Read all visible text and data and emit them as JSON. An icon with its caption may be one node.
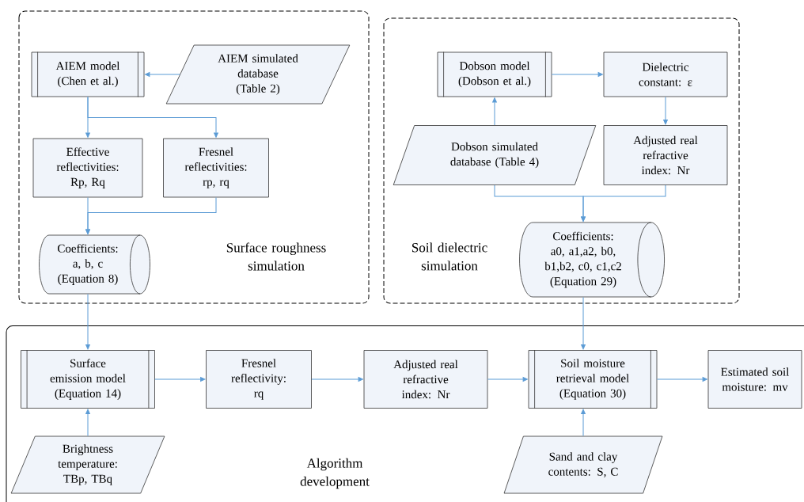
{
  "diagram": {
    "nodes": [
      {
        "text": [
          "Surface roughness simulation"
        ]
      },
      {
        "text": [
          "AIEM model (Chen et al.)"
        ],
        "in": 0
      },
      {
        "text": [
          "AIEM simulated database (Table 2)"
        ],
        "in": 0
      },
      {
        "text": [
          "Effective reflectivities: Rp, Rq"
        ],
        "in": 0
      },
      {
        "text": [
          "Fresnel reflectivities: rp, rq"
        ],
        "in": 0
      },
      {
        "text": [
          "Coefficients: a, b, c (Equation 8)"
        ],
        "in": 0
      },
      {
        "text": [
          "Soil dielectric simulation"
        ]
      },
      {
        "text": [
          "Dobson model (Dobson et al.)"
        ],
        "in": 6
      },
      {
        "text": [
          "Dielectric constant: ε"
        ],
        "in": 6
      },
      {
        "text": [
          "Dobson simulated database (Table 4)"
        ],
        "in": 6
      },
      {
        "text": [
          "Adjusted real refractive index: Nr"
        ],
        "in": 6
      },
      {
        "text": [
          "Coefficients: a0, a1,a2, b0, b1,b2, c0, c1,c2 (Equation 29)"
        ],
        "in": 6
      },
      {
        "text": [
          "Algorithm development"
        ]
      },
      {
        "text": [
          "Surface emission model (Equation 14)"
        ],
        "in": 12
      },
      {
        "text": [
          "Fresnel reflectivity: rq"
        ],
        "in": 12
      },
      {
        "text": [
          "Adjusted real refractive index: Nr"
        ],
        "in": 12
      },
      {
        "text": [
          "Soil moisture retrieval model (Equation 30)"
        ],
        "in": 12
      },
      {
        "text": [
          "Estimated soil moisture: mv"
        ],
        "in": 12
      },
      {
        "text": [
          "Brightness temperature: TBp, TBq"
        ],
        "in": 12
      },
      {
        "text": [
          "Sand and clay contents: S, C"
        ],
        "in": 12
      }
    ],
    "edges": [
      {
        "from": 2,
        "to": 1,
        "arrow": "to"
      },
      {
        "from": 1,
        "to": 3,
        "arrow": "to"
      },
      {
        "from": 1,
        "to": 4,
        "arrow": "to"
      },
      {
        "from": 3,
        "to": 5,
        "arrow": "to"
      },
      {
        "from": 4,
        "to": 5,
        "arrow": "to"
      },
      {
        "from": 5,
        "to": 13,
        "arrow": "to"
      },
      {
        "from": 7,
        "to": 8,
        "arrow": "to"
      },
      {
        "from": 9,
        "to": 7,
        "arrow": "to"
      },
      {
        "from": 8,
        "to": 10,
        "arrow": "to"
      },
      {
        "from": 9,
        "to": 11,
        "arrow": "to"
      },
      {
        "from": 10,
        "to": 11,
        "arrow": "to"
      },
      {
        "from": 11,
        "to": 16,
        "arrow": "to"
      },
      {
        "from": 13,
        "to": 14,
        "arrow": "to"
      },
      {
        "from": 14,
        "to": 15,
        "arrow": "to"
      },
      {
        "from": 15,
        "to": 16,
        "arrow": "to"
      },
      {
        "from": 16,
        "to": 17,
        "arrow": "to"
      },
      {
        "from": 18,
        "to": 13,
        "arrow": "to"
      },
      {
        "from": 19,
        "to": 16,
        "arrow": "to"
      }
    ]
  }
}
